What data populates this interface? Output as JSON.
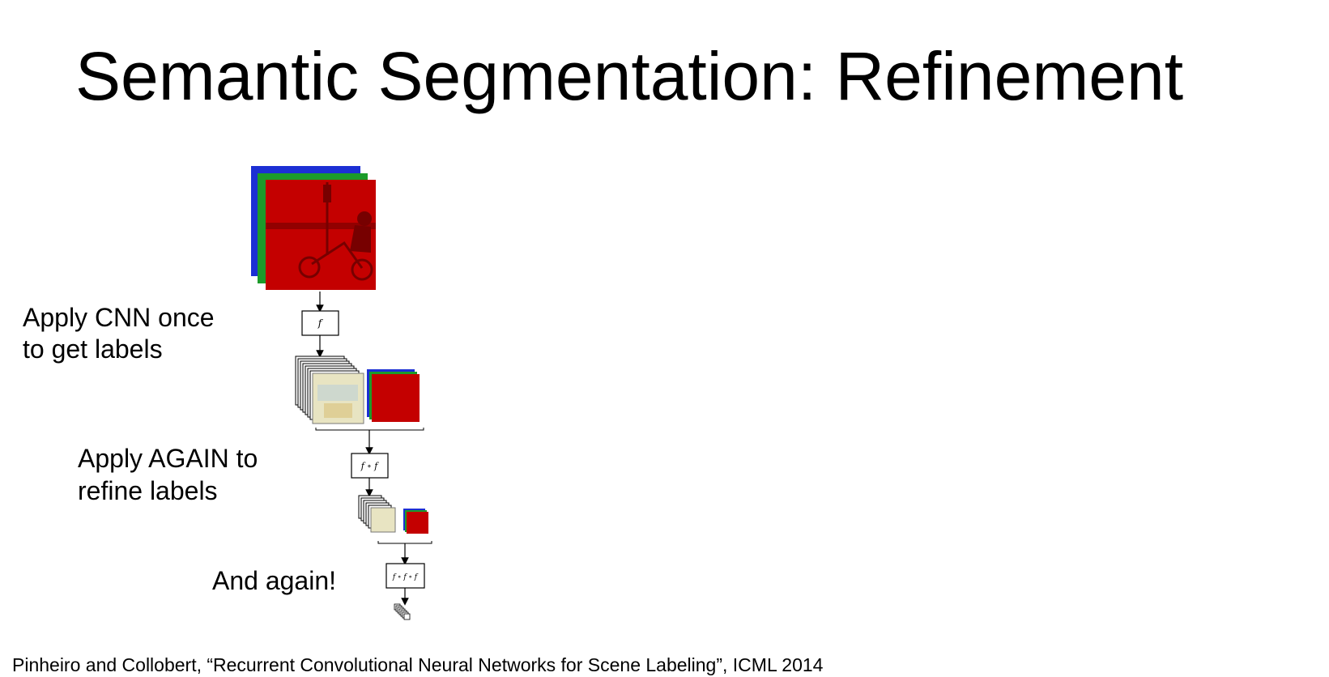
{
  "slide": {
    "title": "Semantic Segmentation: Refinement",
    "labels": {
      "step1_line1": "Apply CNN once",
      "step1_line2": "to get labels",
      "step2_line1": "Apply AGAIN to",
      "step2_line2": "refine labels",
      "step3": "And again!"
    },
    "functions": {
      "f1": "f",
      "f2": "f ∘ f",
      "f3": "f ∘ f ∘ f"
    },
    "citation": "Pinheiro and Collobert, “Recurrent Convolutional Neural Networks for Scene Labeling”, ICML 2014"
  },
  "colors": {
    "blue_channel": "#1c2fd4",
    "green_channel": "#1c9b2a",
    "red_channel": "#c40000",
    "label_map": "#e8e4c2"
  }
}
